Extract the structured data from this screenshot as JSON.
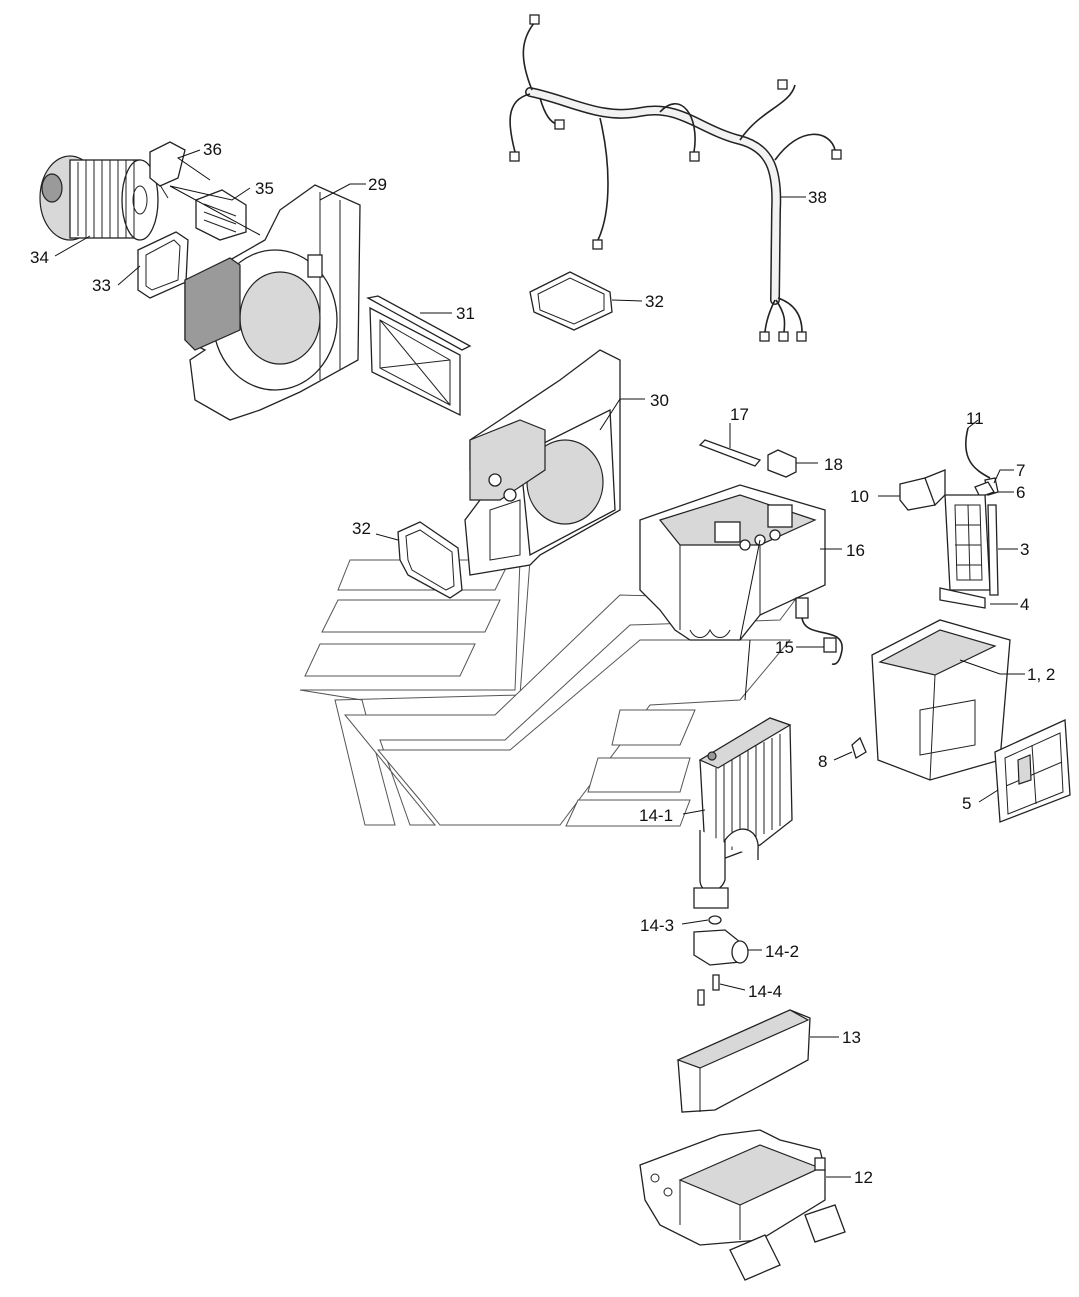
{
  "callouts": [
    {
      "id": "c38",
      "label": "38"
    },
    {
      "id": "c36",
      "label": "36"
    },
    {
      "id": "c35",
      "label": "35"
    },
    {
      "id": "c29",
      "label": "29"
    },
    {
      "id": "c34",
      "label": "34"
    },
    {
      "id": "c33",
      "label": "33"
    },
    {
      "id": "c31",
      "label": "31"
    },
    {
      "id": "c32a",
      "label": "32"
    },
    {
      "id": "c30",
      "label": "30"
    },
    {
      "id": "c17",
      "label": "17"
    },
    {
      "id": "c18",
      "label": "18"
    },
    {
      "id": "c11",
      "label": "11"
    },
    {
      "id": "c7",
      "label": "7"
    },
    {
      "id": "c6",
      "label": "6"
    },
    {
      "id": "c10",
      "label": "10"
    },
    {
      "id": "c3",
      "label": "3"
    },
    {
      "id": "c32b",
      "label": "32"
    },
    {
      "id": "c16",
      "label": "16"
    },
    {
      "id": "c4",
      "label": "4"
    },
    {
      "id": "c15",
      "label": "15"
    },
    {
      "id": "c12_",
      "label": "1, 2"
    },
    {
      "id": "c8",
      "label": "8"
    },
    {
      "id": "c5",
      "label": "5"
    },
    {
      "id": "c141",
      "label": "14-1"
    },
    {
      "id": "c143",
      "label": "14-3"
    },
    {
      "id": "c142",
      "label": "14-2"
    },
    {
      "id": "c144",
      "label": "14-4"
    },
    {
      "id": "c13",
      "label": "13"
    },
    {
      "id": "c12",
      "label": "12"
    }
  ],
  "colors": {
    "line": "#222222",
    "shade": "#d8d8d8",
    "background": "#ffffff"
  }
}
